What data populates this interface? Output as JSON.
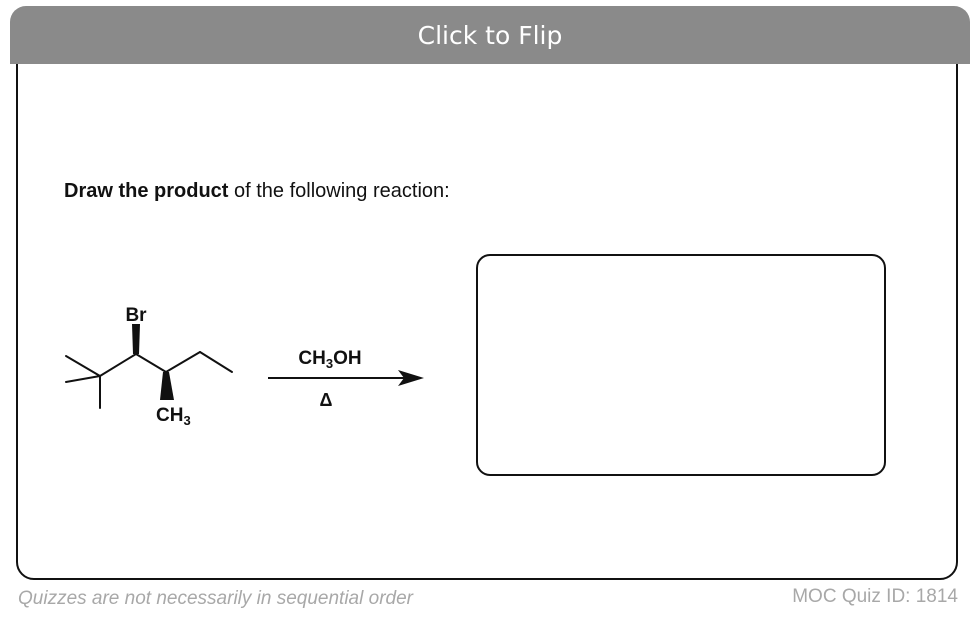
{
  "card": {
    "flip_label": "Click to Flip"
  },
  "question": {
    "bold_text": "Draw the product",
    "rest_text": " of the following reaction:"
  },
  "reaction": {
    "substituent_top": "Br",
    "substituent_bottom_main": "CH",
    "substituent_bottom_sub": "3",
    "reagent_main": "CH",
    "reagent_sub": "3",
    "reagent_tail": "OH",
    "condition": "Δ"
  },
  "footer": {
    "note": "Quizzes are not necessarily in sequential order",
    "quiz_id": "MOC Quiz ID: 1814"
  },
  "colors": {
    "flip_bar": "#8a8a8a",
    "footer_text": "#a8a8a8",
    "border": "#111111"
  }
}
